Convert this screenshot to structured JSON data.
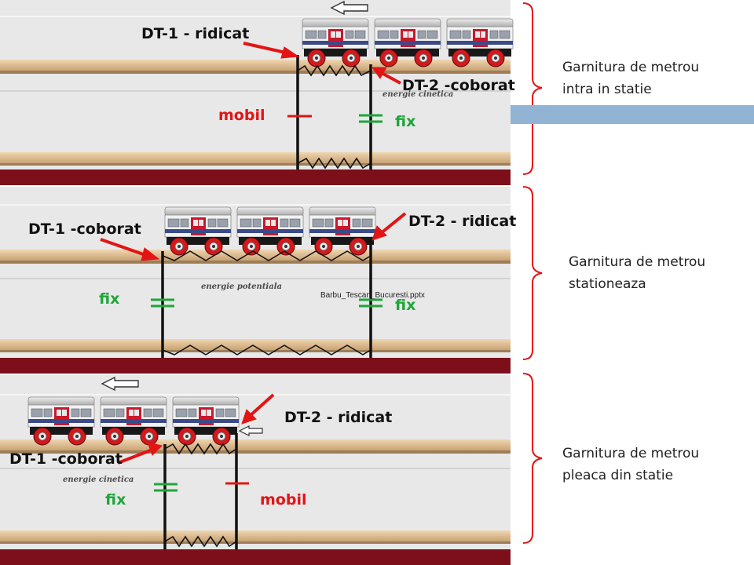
{
  "panels": [
    {
      "id": "p1",
      "top_label": "DT-1 - ridicat",
      "bottom_label": "DT-2 -coborat",
      "left_state": "mobil",
      "right_state": "fix",
      "energy": "energie cinetica",
      "side_text": [
        "Garnitura de metrou",
        "intra in statie"
      ]
    },
    {
      "id": "p2",
      "left_label": "DT-1 -coborat",
      "right_label": "DT-2 - ridicat",
      "left_state": "fix",
      "right_state": "fix",
      "energy": "energie potentiala",
      "file_note": "Barbu_Tescan_Bucuresti.pptx",
      "side_text": [
        "Garnitura de metrou",
        "stationeaza"
      ]
    },
    {
      "id": "p3",
      "top_label": "DT-2 - ridicat",
      "bottom_label": "DT-1 -coborat",
      "left_state": "fix",
      "right_state": "mobil",
      "energy": "energie cinetica",
      "side_text": [
        "Garnitura de metrou",
        "pleaca din statie"
      ]
    }
  ],
  "colors": {
    "floor": "#7c0f1a",
    "wall": "#e7e7e7",
    "shelf": "#dcbb8e",
    "red_label": "#e31414",
    "green_label": "#1ea63a",
    "bracket": "#e31414",
    "blue_band": "#92b4d4",
    "car_roof": "#cbcbcb",
    "wheel": "#d4191c"
  },
  "icons": [
    "arrow-left-icon",
    "arrow-indicator-icon"
  ]
}
